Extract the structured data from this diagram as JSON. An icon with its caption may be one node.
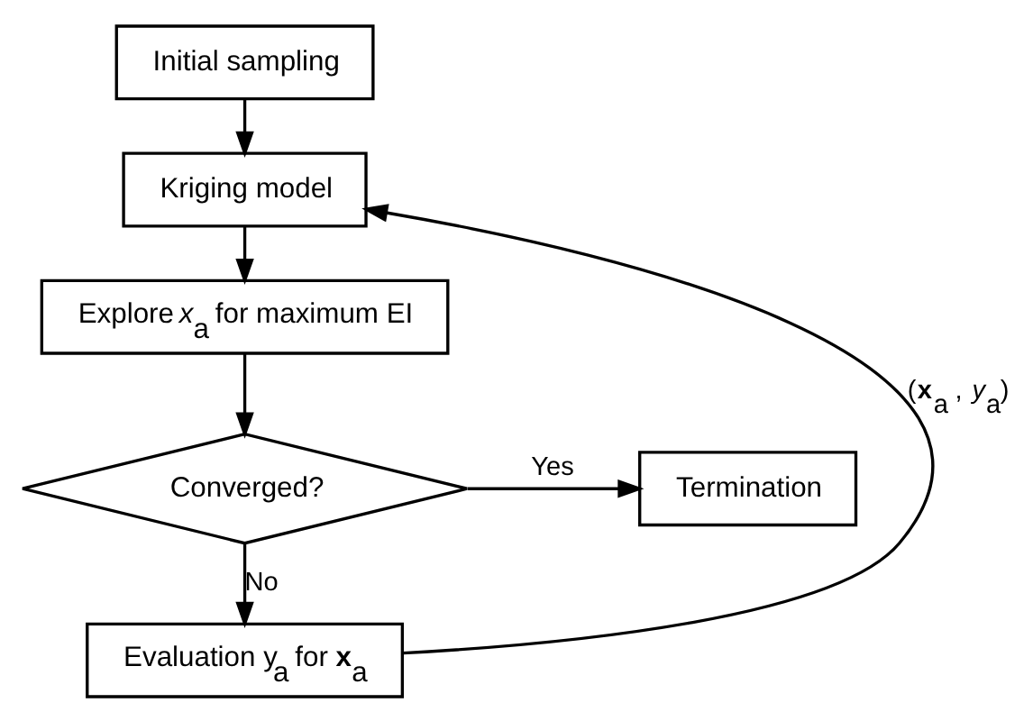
{
  "diagram": {
    "nodes": [
      {
        "text": [
          "Initial sampling"
        ]
      },
      {
        "text": [
          "Kriging model"
        ]
      },
      {
        "text": [
          "Explore *x*$_{a}$ for maximum EI"
        ]
      },
      {
        "text": [
          "Converged?"
        ]
      },
      {
        "text": [
          "Termination"
        ]
      },
      {
        "text": [
          "Evaluation y$_{a}$ for **x**$_{a}$"
        ]
      }
    ],
    "edges": [
      {
        "from": 0,
        "to": 1,
        "arrow": "to"
      },
      {
        "from": 1,
        "to": 2,
        "arrow": "to"
      },
      {
        "from": 2,
        "to": 3,
        "arrow": "to"
      },
      {
        "from": 3,
        "to": 4,
        "arrow": "to",
        "label": "Yes"
      },
      {
        "from": 3,
        "to": 5,
        "arrow": "to",
        "label": "No"
      },
      {
        "from": 5,
        "to": 1,
        "arrow": "to",
        "label": "(**x**$_{a}$ , *y*$_{a}$)"
      }
    ]
  }
}
